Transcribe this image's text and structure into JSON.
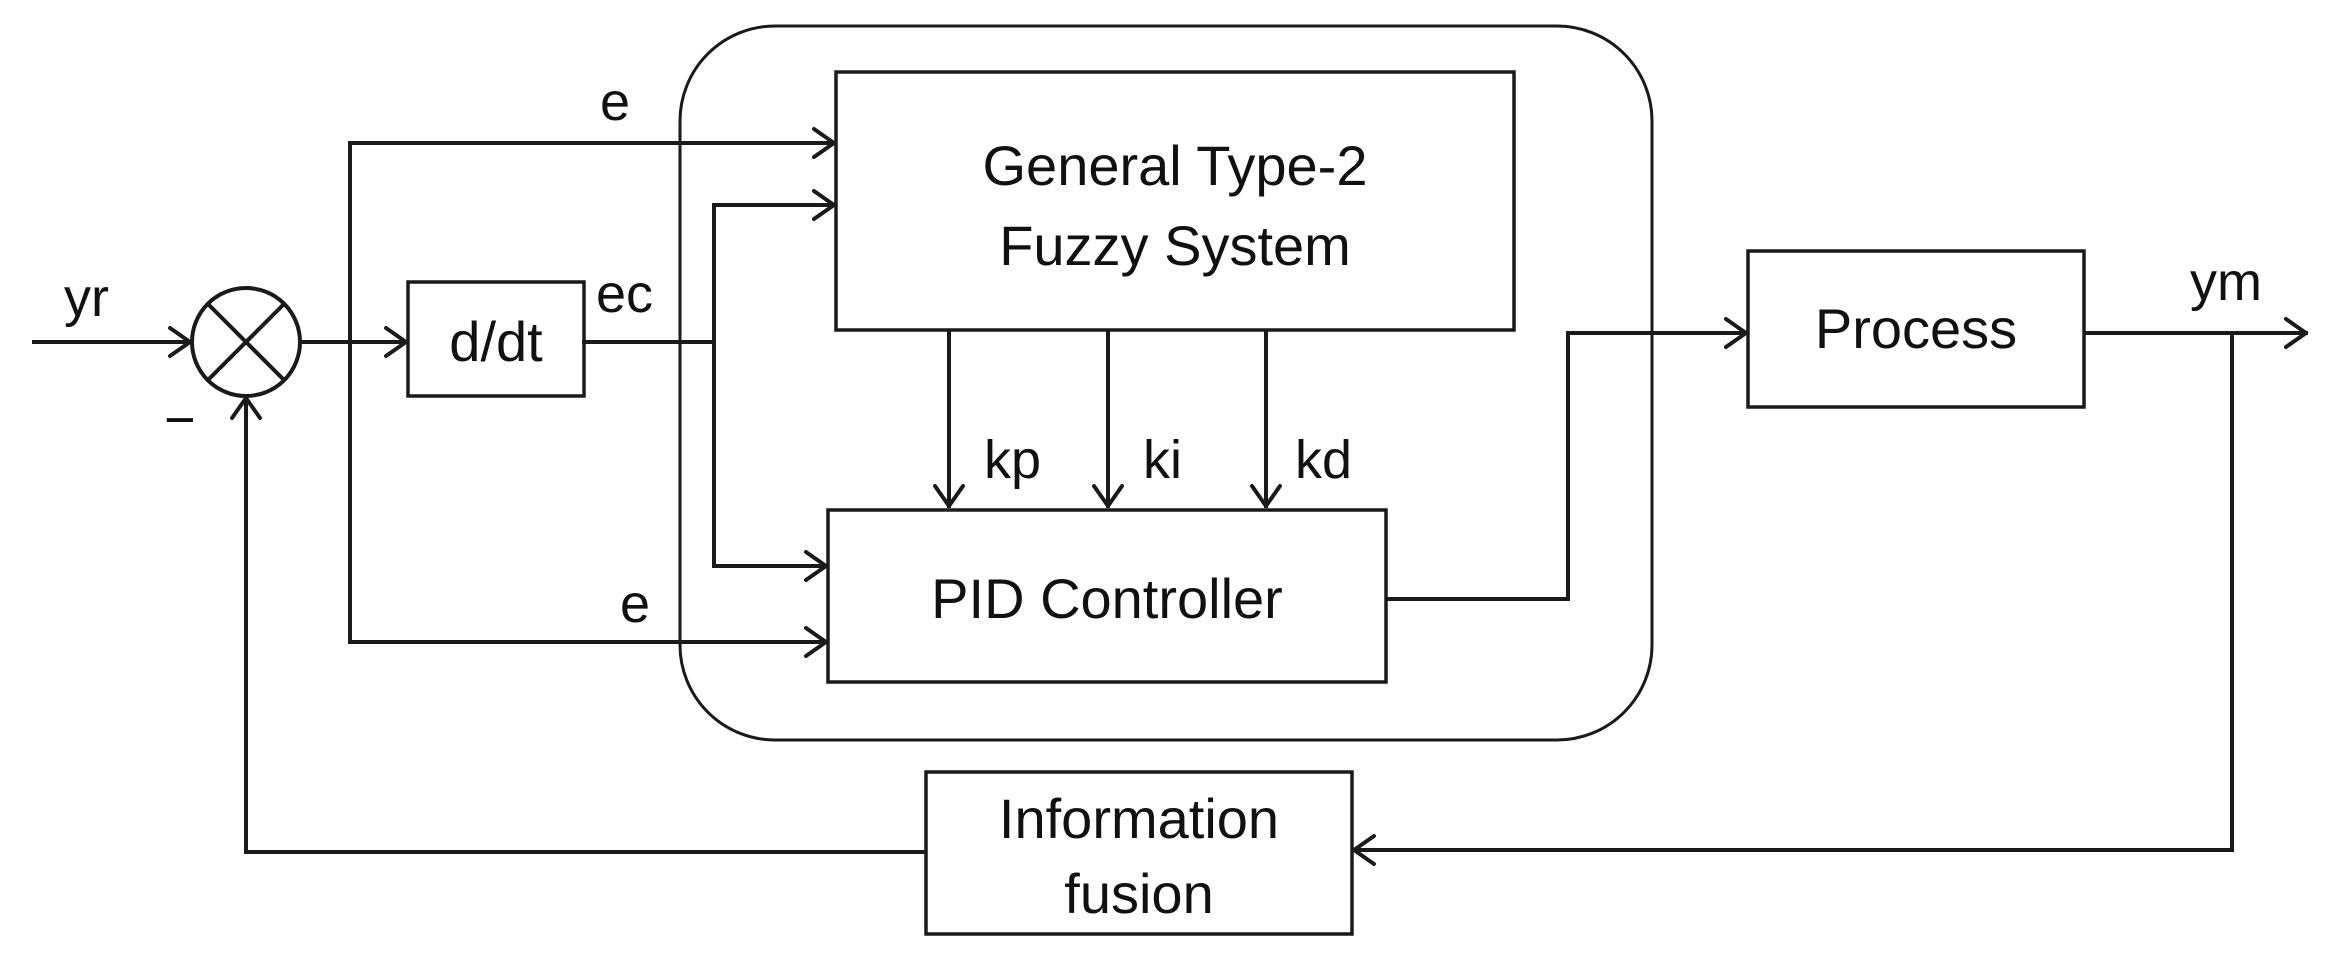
{
  "blocks": {
    "fuzzy_line1": "General  Type-2",
    "fuzzy_line2": "Fuzzy System",
    "pid": "PID Controller",
    "process": "Process",
    "derivative": "d/dt",
    "fusion_line1": "Information",
    "fusion_line2": "fusion"
  },
  "signals": {
    "reference": "yr",
    "output": "ym",
    "error_top": "e",
    "error_bottom": "e",
    "error_change": "ec",
    "kp": "kp",
    "ki": "ki",
    "kd": "kd",
    "minus_sign": "−"
  }
}
